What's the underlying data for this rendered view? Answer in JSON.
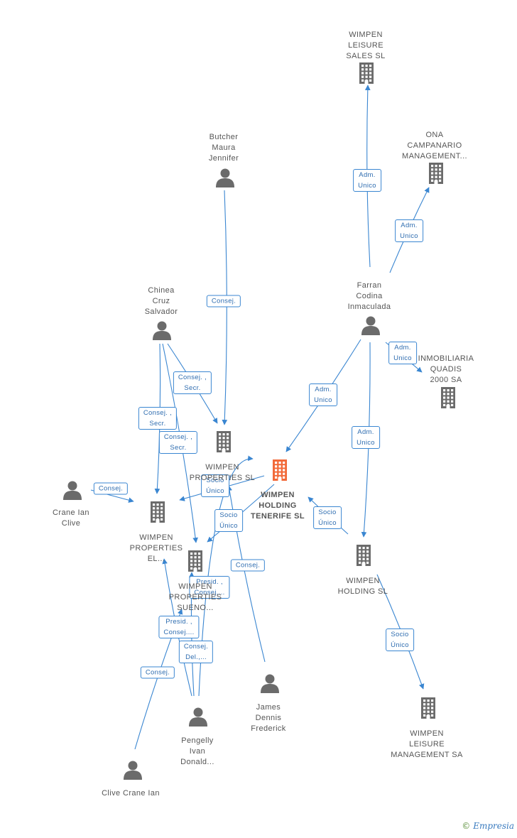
{
  "colors": {
    "edge": "#3a86d1",
    "building": "#6b6b6b",
    "focus_building": "#f26a3a",
    "person": "#6b6b6b"
  },
  "nodes": [
    {
      "id": "leisure_sales",
      "type": "company",
      "label": "WIMPEN\nLEISURE\nSALES  SL"
    },
    {
      "id": "ona",
      "type": "company",
      "label": "ONA\nCAMPANARIO\nMANAGEMENT..."
    },
    {
      "id": "butcher",
      "type": "person",
      "label": "Butcher\nMaura\nJennifer"
    },
    {
      "id": "farran",
      "type": "person",
      "label": "Farran\nCodina\nInmaculada"
    },
    {
      "id": "chinea",
      "type": "person",
      "label": "Chinea\nCruz\nSalvador"
    },
    {
      "id": "inmobiliaria",
      "type": "company",
      "label": "INMOBILIARIA\nQUADIS\n2000 SA"
    },
    {
      "id": "properties_sl",
      "type": "company",
      "label": "WIMPEN\nPROPERTIES SL"
    },
    {
      "id": "holding_tenerife",
      "type": "company",
      "focus": true,
      "label": "WIMPEN\nHOLDING\nTENERIFE  SL"
    },
    {
      "id": "crane_ian",
      "type": "person",
      "label": "Crane Ian\nClive"
    },
    {
      "id": "properties_el",
      "type": "company",
      "label": "WIMPEN\nPROPERTIES\nEL..."
    },
    {
      "id": "sueno",
      "type": "company",
      "label": "WIMPEN\nPROPERTIES\nSUENO..."
    },
    {
      "id": "holding_sl",
      "type": "company",
      "label": "WIMPEN\nHOLDING  SL"
    },
    {
      "id": "james",
      "type": "person",
      "label": "James\nDennis\nFrederick"
    },
    {
      "id": "pengelly",
      "type": "person",
      "label": "Pengelly\nIvan\nDonald..."
    },
    {
      "id": "leisure_mgmt",
      "type": "company",
      "label": "WIMPEN\nLEISURE\nMANAGEMENT SA"
    },
    {
      "id": "clive_crane",
      "type": "person",
      "label": "Clive Crane Ian"
    }
  ],
  "edges": [
    {
      "from": "farran",
      "to": "leisure_sales",
      "label": "Adm.\nUnico"
    },
    {
      "from": "farran",
      "to": "ona",
      "label": "Adm.\nUnico"
    },
    {
      "from": "farran",
      "to": "inmobiliaria",
      "label": "Adm.\nUnico"
    },
    {
      "from": "farran",
      "to": "holding_tenerife",
      "label": "Adm.\nUnico"
    },
    {
      "from": "farran",
      "to": "holding_sl",
      "label": "Adm.\nUnico"
    },
    {
      "from": "butcher",
      "to": "properties_sl",
      "label": "Consej."
    },
    {
      "from": "chinea",
      "to": "properties_sl",
      "label": "Consej. ,\nSecr."
    },
    {
      "from": "chinea",
      "to": "properties_el",
      "label": "Consej. ,\nSecr."
    },
    {
      "from": "chinea",
      "to": "sueno",
      "label": "Consej. ,\nSecr."
    },
    {
      "from": "crane_ian",
      "to": "properties_el",
      "label": "Consej."
    },
    {
      "from": "holding_tenerife",
      "to": "properties_el",
      "label": "Socio\nÚnico"
    },
    {
      "from": "holding_tenerife",
      "to": "sueno",
      "label": "Socio\nÚnico"
    },
    {
      "from": "holding_sl",
      "to": "holding_tenerife",
      "label": "Socio\nÚnico"
    },
    {
      "from": "james",
      "to": "holding_tenerife",
      "label": "Consej."
    },
    {
      "from": "pengelly",
      "to": "sueno",
      "label": "Presid. ,\nConsej...."
    },
    {
      "from": "pengelly",
      "to": "properties_el",
      "label": "Presid. ,\nConsej...."
    },
    {
      "from": "pengelly",
      "to": "properties_sl",
      "label": "Consej.\nDel.,..."
    },
    {
      "from": "clive_crane",
      "to": "properties_el",
      "label": "Consej."
    },
    {
      "from": "holding_sl",
      "to": "leisure_mgmt",
      "label": "Socio\nÚnico"
    }
  ],
  "brand": {
    "copyright": "©",
    "name": "Empresia"
  }
}
